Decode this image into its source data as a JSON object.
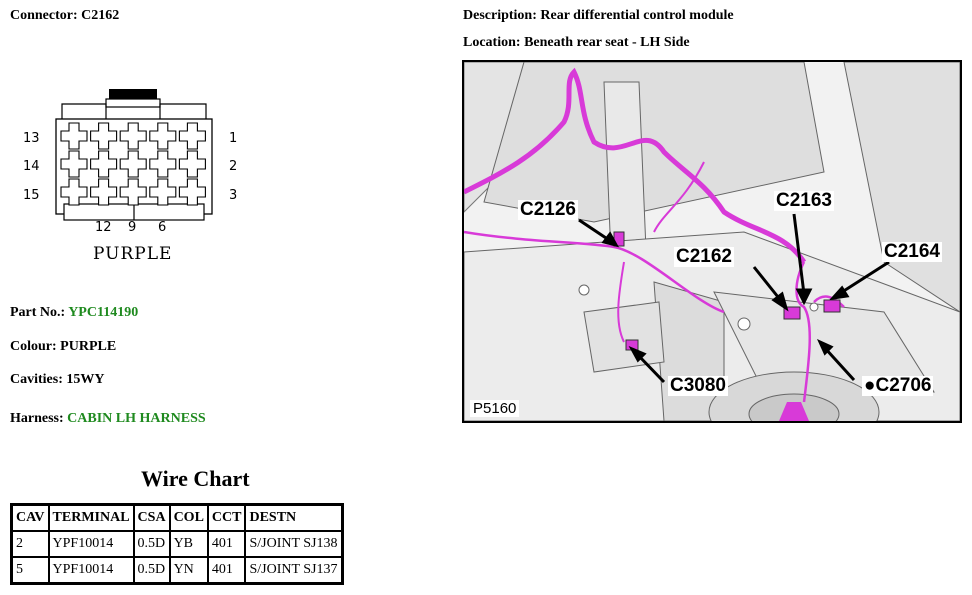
{
  "connector": {
    "label": "Connector:",
    "value": "C2162",
    "left_pins": [
      "13",
      "14",
      "15"
    ],
    "right_pins": [
      "1",
      "2",
      "3"
    ],
    "bottom_pins": [
      "12",
      "9",
      "6"
    ],
    "color_label": "PURPLE"
  },
  "description": {
    "label": "Description:",
    "value": "Rear differential control module"
  },
  "location": {
    "label": "Location:",
    "value": "Beneath rear seat - LH Side"
  },
  "photo": {
    "id": "P5160",
    "callouts": [
      "C2126",
      "C2163",
      "C2162",
      "C2164",
      "C3080",
      "C2706"
    ],
    "harness_color": "#d83ad8"
  },
  "details": {
    "part_no": {
      "label": "Part No.:",
      "value": "YPC114190"
    },
    "colour": {
      "label": "Colour:",
      "value": "PURPLE"
    },
    "cavities": {
      "label": "Cavities:",
      "value": "15WY"
    },
    "harness": {
      "label": "Harness:",
      "value": "CABIN LH HARNESS"
    },
    "accent_color": "#1f8a1f"
  },
  "wire_chart": {
    "title": "Wire Chart",
    "headers": [
      "CAV",
      "TERMINAL",
      "CSA",
      "COL",
      "CCT",
      "DESTN"
    ],
    "rows": [
      [
        "2",
        "YPF10014",
        "0.5D",
        "YB",
        "401",
        "S/JOINT SJ138"
      ],
      [
        "5",
        "YPF10014",
        "0.5D",
        "YN",
        "401",
        "S/JOINT SJ137"
      ]
    ]
  }
}
